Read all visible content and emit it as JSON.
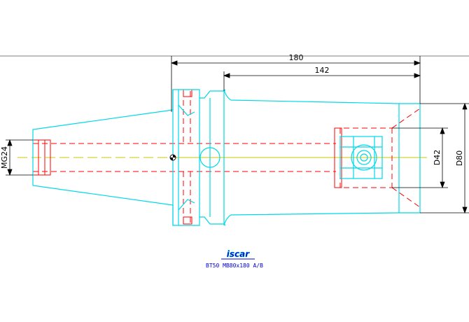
{
  "colors": {
    "outline": "#00d8e8",
    "hidden": "#ff0000",
    "centerline": "#c8c800",
    "dimension": "#000000",
    "title": "#0000cc"
  },
  "dimensions": {
    "overall_length": "180",
    "body_length": "142",
    "thread": "MG24",
    "bore": "D42",
    "outer_diameter": "D80"
  },
  "title_block": {
    "logo": "iscar",
    "designation": "BT50 MB80x180 A/B"
  },
  "icons": {
    "logo": "iscar-logo-icon",
    "datum": "datum-point-icon"
  }
}
